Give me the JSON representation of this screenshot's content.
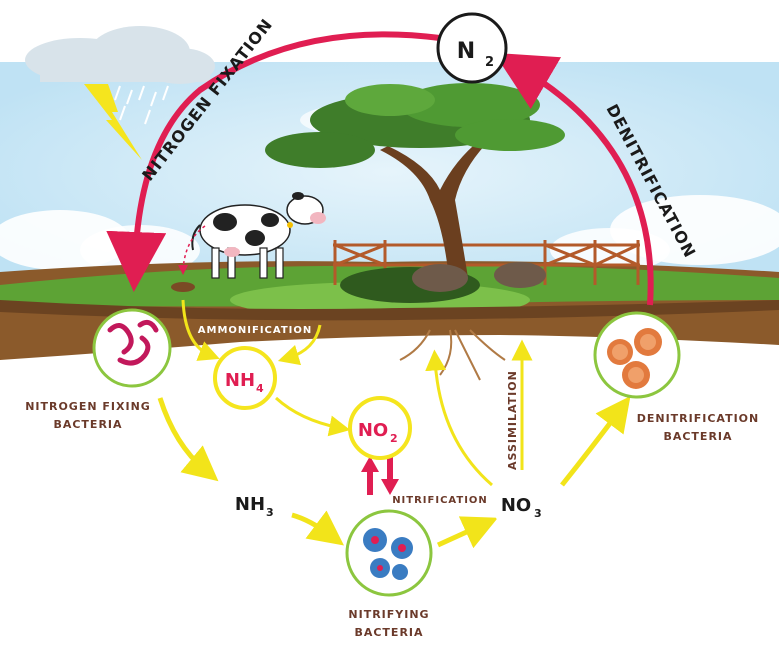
{
  "labels": {
    "n2": "N",
    "n2_sub": "2",
    "nh4": "NH",
    "nh4_sub": "4",
    "no2": "NO",
    "no2_sub": "2",
    "nh3": "NH",
    "nh3_sub": "3",
    "no3": "NO",
    "no3_sub": "3",
    "nitrogen_fixation": "NITROGEN FIXATION",
    "denitrification": "DENITRIFICATION",
    "ammonification": "AMMONIFICATION",
    "nitrification": "NITRIFICATION",
    "assimilation": "ASSIMILATION",
    "nitrogen_fixing_bacteria_1": "NITROGEN FIXING",
    "nitrogen_fixing_bacteria_2": "BACTERIA",
    "denitrification_bacteria_1": "DENITRIFICATION",
    "denitrification_bacteria_2": "BACTERIA",
    "nitrifying_bacteria_1": "NITRIFYING",
    "nitrifying_bacteria_2": "BACTERIA"
  },
  "colors": {
    "cycle_arrow": "#e01e52",
    "flow_arrow": "#f2e41a",
    "node_border_yellow": "#f5e51e",
    "node_border_green": "#8cc63f",
    "chem_pink": "#e01e52",
    "caption": "#6b3a2a",
    "sky": "#cfe9f7",
    "grass": "#5da335",
    "soil": "#8b5a2b"
  },
  "icons": [
    "cloud-icon",
    "lightning-icon",
    "rain-icon",
    "cow-icon",
    "tree-icon",
    "fence-icon",
    "bacteria-icon",
    "virus-icon",
    "round-bacteria-icon"
  ]
}
